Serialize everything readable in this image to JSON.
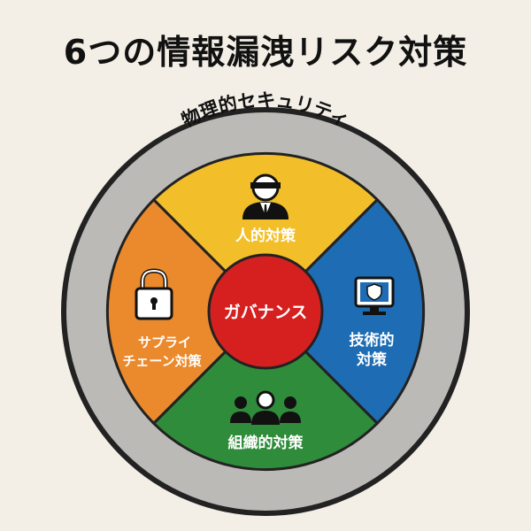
{
  "title": "6つの情報漏洩リスク対策",
  "outer_ring": {
    "label": "物理的セキュリティ",
    "color": "#bcbab6"
  },
  "center": {
    "label": "ガバナンス",
    "color": "#d62020"
  },
  "segments": {
    "top": {
      "label": "人的対策",
      "color": "#f2bf2a",
      "icon": "person-icon"
    },
    "right": {
      "label_line1": "技術的",
      "label_line2": "対策",
      "color": "#1e6db4",
      "icon": "monitor-shield-icon"
    },
    "bottom": {
      "label": "組織的対策",
      "color": "#2f8c3a",
      "icon": "group-icon"
    },
    "left": {
      "label_line1": "サプライ",
      "label_line2": "チェーン対策",
      "color": "#ea8a2c",
      "icon": "lock-icon"
    }
  }
}
